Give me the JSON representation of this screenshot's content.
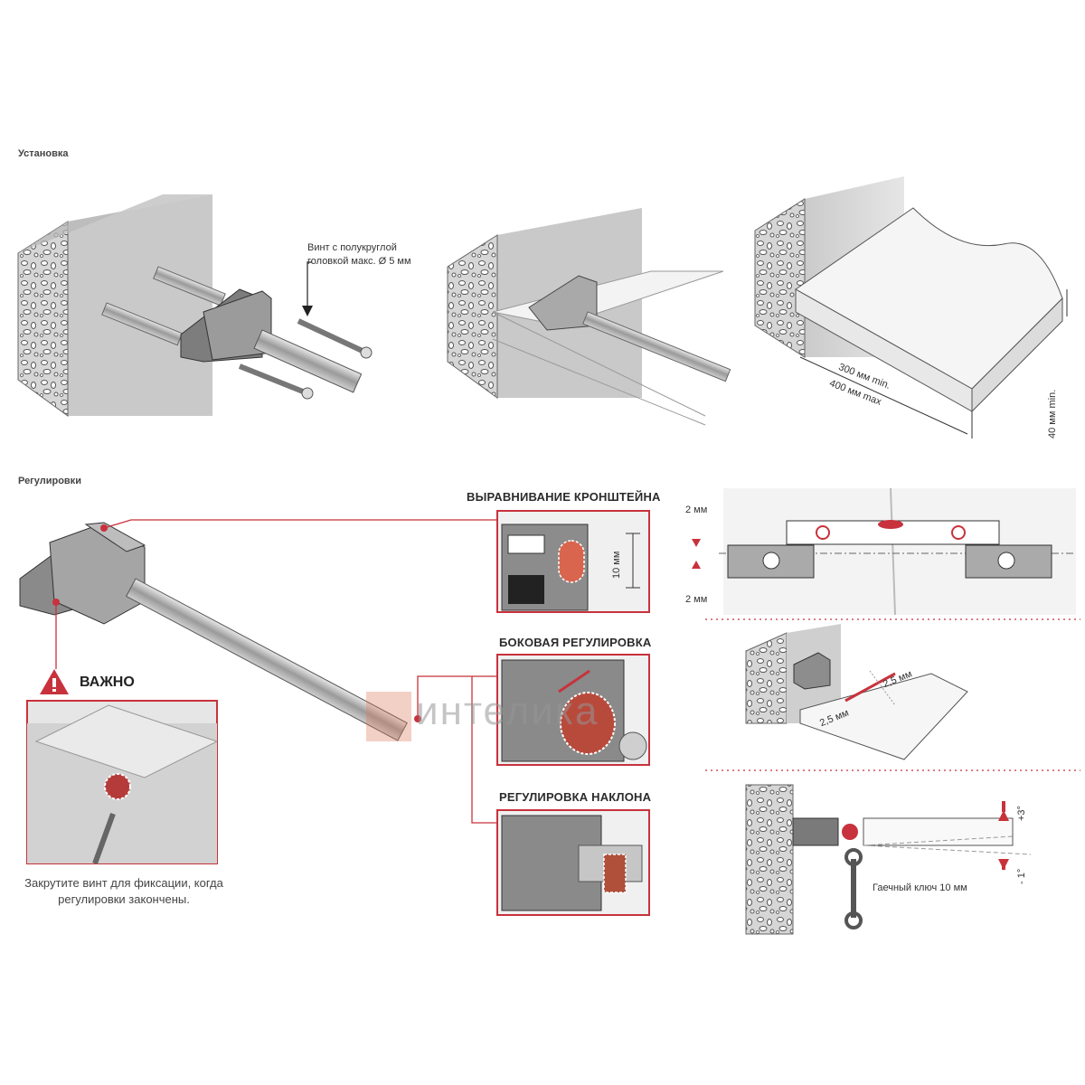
{
  "sections": {
    "install": "Установка",
    "adjust": "Регулировки"
  },
  "install": {
    "screw_note_line1": "Винт с полукруглой",
    "screw_note_line2": "головкой макс. Ø 5 мм",
    "depth_min": "300 мм min.",
    "depth_max": "400 мм max",
    "thickness": "40 мм min."
  },
  "adjust": {
    "bracket_align_title": "ВЫРАВНИВАНИЕ КРОНШТЕЙНА",
    "bracket_slot": "10 мм",
    "lateral_title": "БОКОВАЯ РЕГУЛИРОВКА",
    "tilt_title": "РЕГУЛИРОВКА НАКЛОНА",
    "important": "ВАЖНО",
    "important_note": "Закрутите винт для фиксации, когда регулировки закончены.",
    "level_up": "2 мм",
    "level_down": "2 мм",
    "lateral_left": "2,5 мм",
    "lateral_right": "2,5 мм",
    "tilt_up": "+3°",
    "tilt_down": "- 1°",
    "wrench": "Гаечный ключ 10 мм"
  },
  "watermark": "интелика",
  "colors": {
    "accent": "#c8323c",
    "concrete": "#cfcfcf",
    "metal": "#8a8a8a"
  }
}
